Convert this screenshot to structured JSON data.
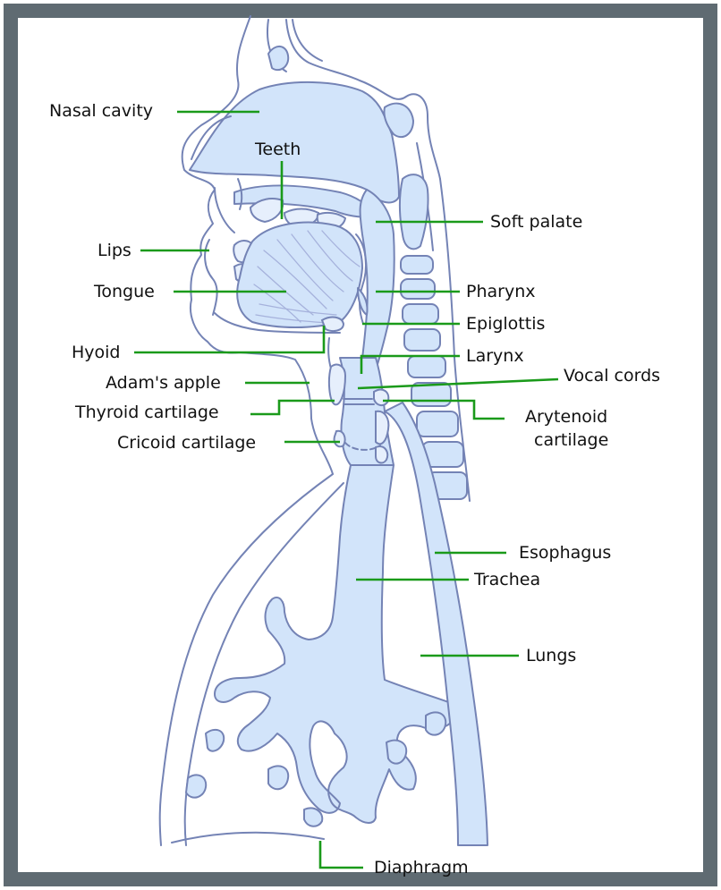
{
  "labels": {
    "nasal_cavity": "Nasal cavity",
    "teeth": "Teeth",
    "soft_palate": "Soft palate",
    "lips": "Lips",
    "tongue": "Tongue",
    "pharynx": "Pharynx",
    "epiglottis": "Epiglottis",
    "hyoid": "Hyoid",
    "larynx": "Larynx",
    "adams_apple": "Adam's apple",
    "vocal_cords": "Vocal cords",
    "thyroid_cartilage": "Thyroid cartilage",
    "arytenoid_cartilage_line1": "Arytenoid",
    "arytenoid_cartilage_line2": "cartilage",
    "cricoid_cartilage": "Cricoid cartilage",
    "esophagus": "Esophagus",
    "trachea": "Trachea",
    "lungs": "Lungs",
    "diaphragm": "Diaphragm"
  },
  "colors": {
    "frame": "#5f6b72",
    "organ_fill": "#d2e4fa",
    "outline": "#7483b5",
    "leader_line": "#1a9a1a",
    "label_text": "#111111"
  }
}
